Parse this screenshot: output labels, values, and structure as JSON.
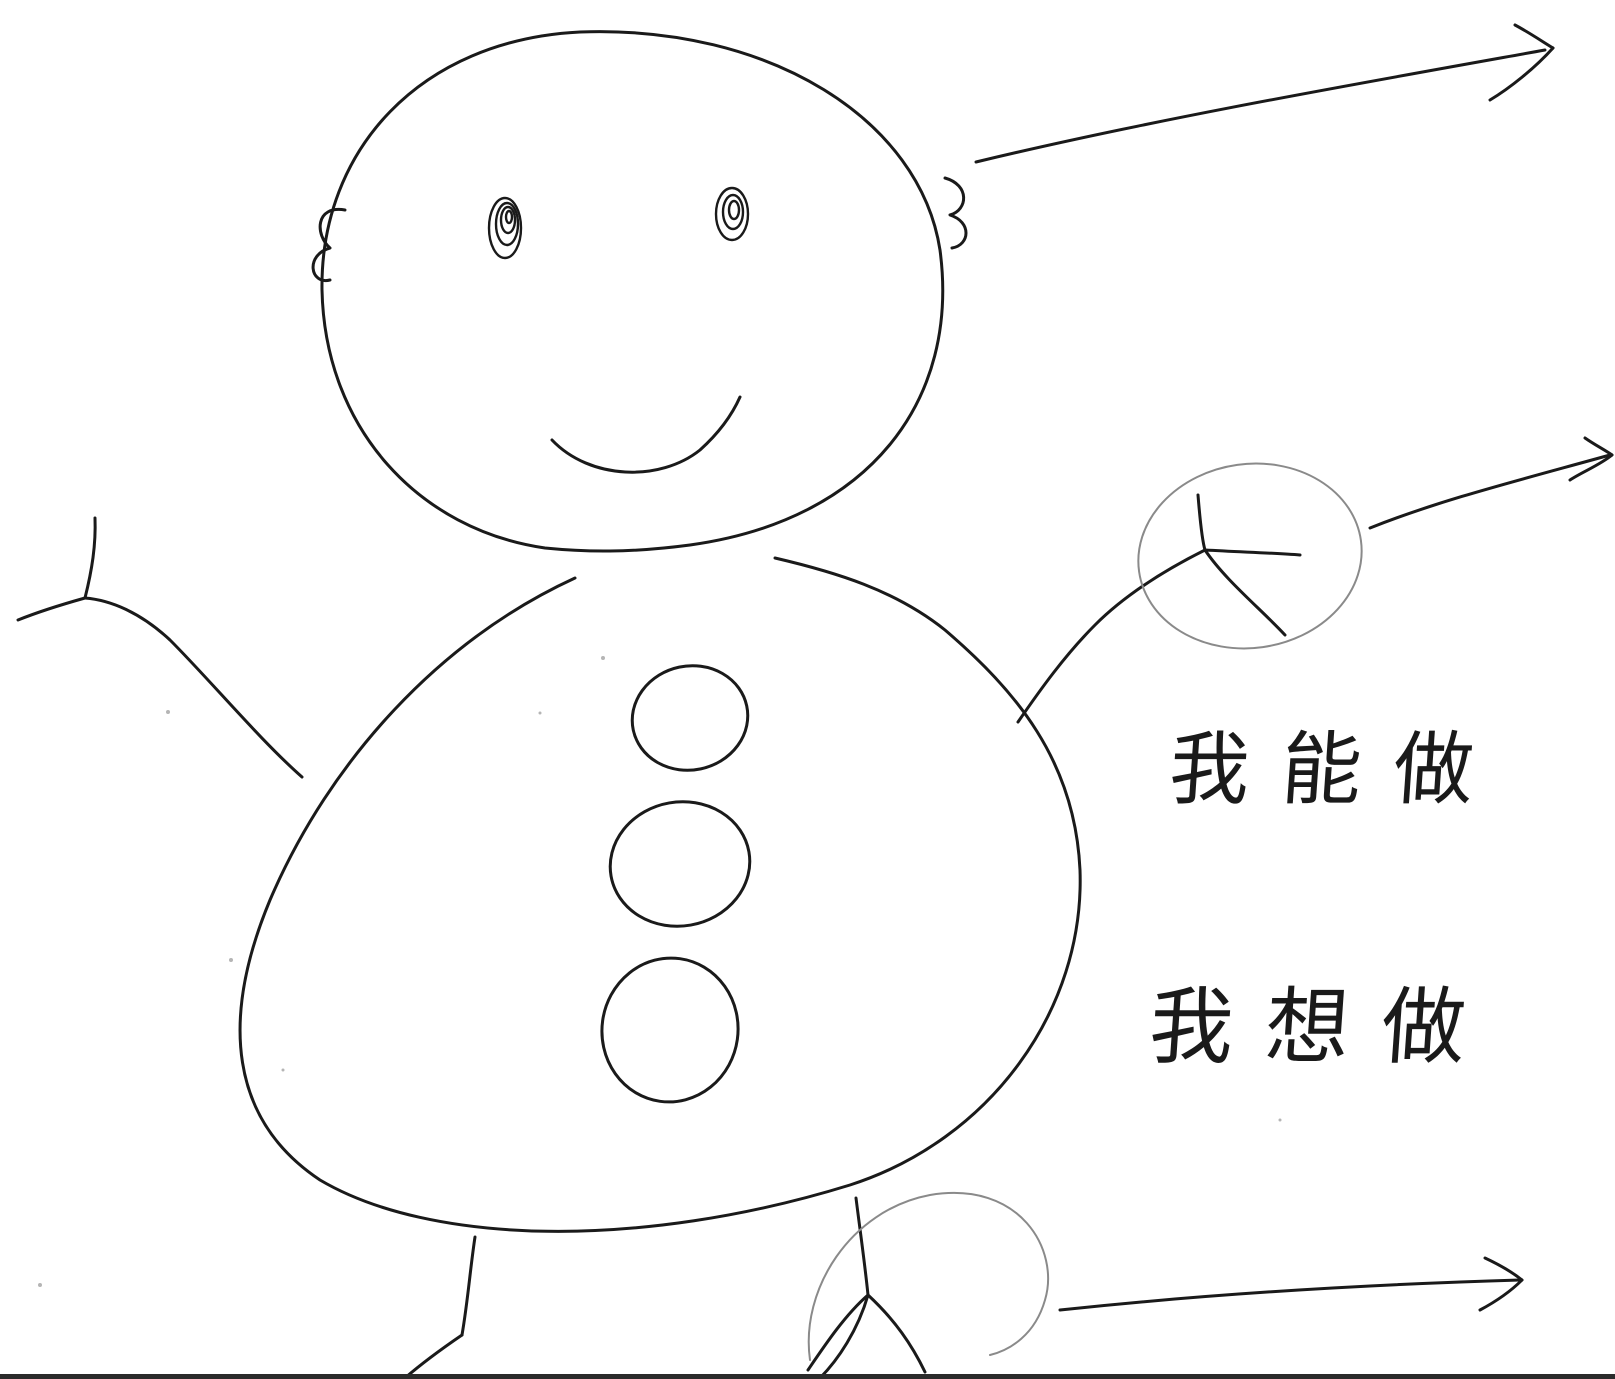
{
  "labels": {
    "can_do": "我能做",
    "want_to_do": "我想做"
  },
  "colors": {
    "ink": "#1a1a1a",
    "pencil": "#8a8a8a",
    "paper": "#ffffff"
  },
  "icons": {
    "figure": "smiling-stick-figure-drawing",
    "arrows": "right-arrow",
    "highlights": "pencil-circle"
  }
}
